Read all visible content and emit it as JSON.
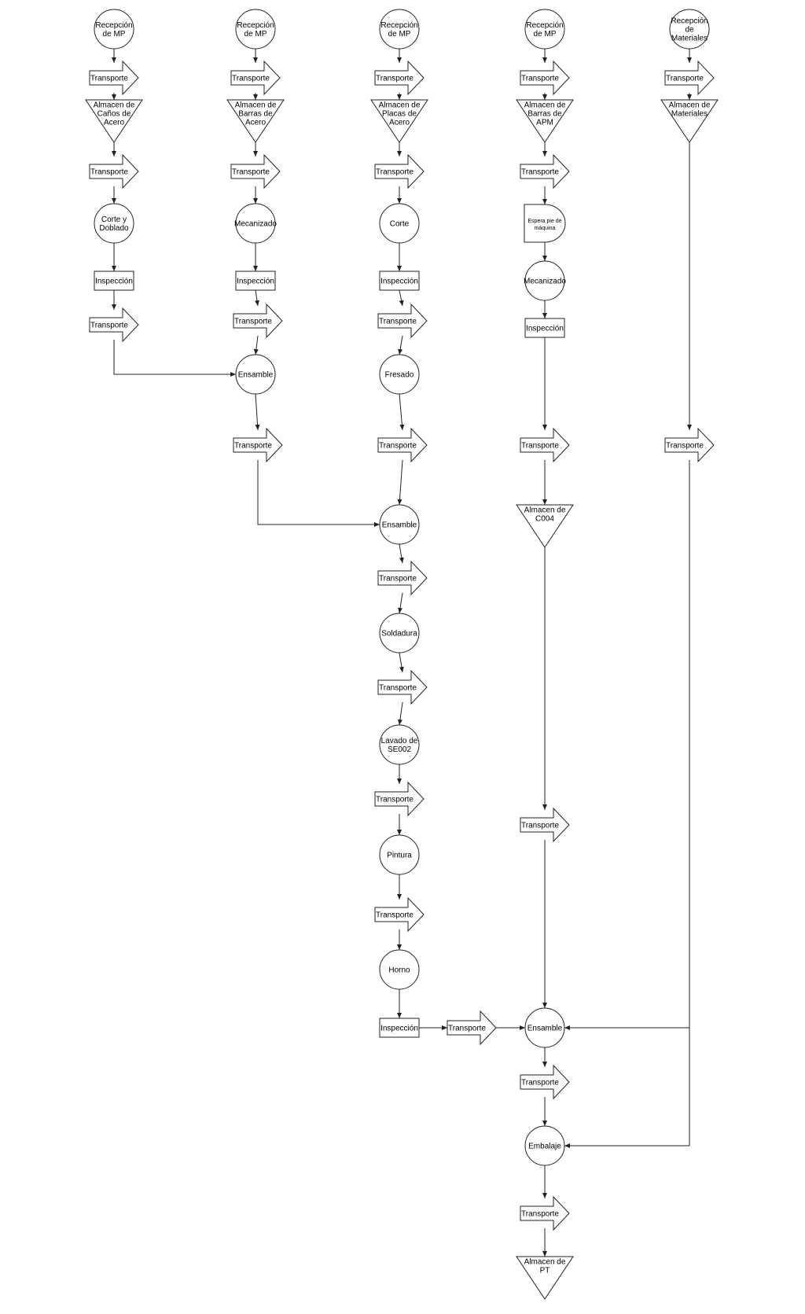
{
  "nodes": [
    {
      "id": "c1_rec",
      "type": "circle",
      "label": "Recepción de MP"
    },
    {
      "id": "c1_t1",
      "type": "arrow",
      "label": "Transporte"
    },
    {
      "id": "c1_alm",
      "type": "triangle",
      "label": "Almacen de Caños de Acero"
    },
    {
      "id": "c1_t2",
      "type": "arrow",
      "label": "Transporte"
    },
    {
      "id": "c1_corte",
      "type": "circle",
      "label": "Corte y Doblado"
    },
    {
      "id": "c1_insp",
      "type": "rect",
      "label": "Inspección"
    },
    {
      "id": "c1_t3",
      "type": "arrow",
      "label": "Transporte"
    },
    {
      "id": "c2_rec",
      "type": "circle",
      "label": "Recepción de MP"
    },
    {
      "id": "c2_t1",
      "type": "arrow",
      "label": "Transporte"
    },
    {
      "id": "c2_alm",
      "type": "triangle",
      "label": "Almacen de Barras de Acero"
    },
    {
      "id": "c2_t2",
      "type": "arrow",
      "label": "Transporte"
    },
    {
      "id": "c2_mec",
      "type": "circle",
      "label": "Mecanizado"
    },
    {
      "id": "c2_insp",
      "type": "rect",
      "label": "Inspección"
    },
    {
      "id": "c2_t3",
      "type": "arrow",
      "label": "Transporte"
    },
    {
      "id": "c2_ens",
      "type": "circle",
      "label": "Ensamble"
    },
    {
      "id": "c2_t4",
      "type": "arrow",
      "label": "Transporte"
    },
    {
      "id": "c3_rec",
      "type": "circle",
      "label": "Recepción de MP"
    },
    {
      "id": "c3_t1",
      "type": "arrow",
      "label": "Transporte"
    },
    {
      "id": "c3_alm",
      "type": "triangle",
      "label": "Almacen de Placas de Acero"
    },
    {
      "id": "c3_t2",
      "type": "arrow",
      "label": "Transporte"
    },
    {
      "id": "c3_corte",
      "type": "circle",
      "label": "Corte"
    },
    {
      "id": "c3_insp",
      "type": "rect",
      "label": "Inspección"
    },
    {
      "id": "c3_t3",
      "type": "arrow",
      "label": "Transporte"
    },
    {
      "id": "c3_fres",
      "type": "circle",
      "label": "Fresado"
    },
    {
      "id": "c3_t4",
      "type": "arrow",
      "label": "Transporte"
    },
    {
      "id": "c3_ens",
      "type": "circle",
      "label": "Ensamble"
    },
    {
      "id": "c3_t5",
      "type": "arrow",
      "label": "Transporte"
    },
    {
      "id": "c3_sold",
      "type": "circle",
      "label": "Soldadura"
    },
    {
      "id": "c3_t6",
      "type": "arrow",
      "label": "Transporte"
    },
    {
      "id": "c3_lav",
      "type": "circle",
      "label": "Lavado de SE002"
    },
    {
      "id": "c3_t7",
      "type": "arrow",
      "label": "Transporte"
    },
    {
      "id": "c3_pint",
      "type": "circle",
      "label": "Pintura"
    },
    {
      "id": "c3_t8",
      "type": "arrow",
      "label": "Transporte"
    },
    {
      "id": "c3_horno",
      "type": "circle",
      "label": "Horno"
    },
    {
      "id": "c3_insp2",
      "type": "rect",
      "label": "Inspección"
    },
    {
      "id": "c3_t9",
      "type": "arrow",
      "label": "Transporte"
    },
    {
      "id": "c4_rec",
      "type": "circle",
      "label": "Recepción de MP"
    },
    {
      "id": "c4_t1",
      "type": "arrow",
      "label": "Transporte"
    },
    {
      "id": "c4_alm",
      "type": "triangle",
      "label": "Almacen de Barras de APM"
    },
    {
      "id": "c4_t2",
      "type": "arrow",
      "label": "Transporte"
    },
    {
      "id": "c4_esp",
      "type": "delay",
      "label": "Espera pie de máquina"
    },
    {
      "id": "c4_mec",
      "type": "circle",
      "label": "Mecanizado"
    },
    {
      "id": "c4_insp",
      "type": "rect",
      "label": "Inspección"
    },
    {
      "id": "c4_t3",
      "type": "arrow",
      "label": "Transporte"
    },
    {
      "id": "c4_alm2",
      "type": "triangle",
      "label": "Almacen de C004"
    },
    {
      "id": "c4_t4",
      "type": "arrow",
      "label": "Transporte"
    },
    {
      "id": "c4_ens",
      "type": "circle",
      "label": "Ensamble"
    },
    {
      "id": "c4_t5",
      "type": "arrow",
      "label": "Transporte"
    },
    {
      "id": "c4_emb",
      "type": "circle",
      "label": "Embalaje"
    },
    {
      "id": "c4_t6",
      "type": "arrow",
      "label": "Transporte"
    },
    {
      "id": "c4_pt",
      "type": "triangle",
      "label": "Almacen de PT"
    },
    {
      "id": "c5_rec",
      "type": "circle",
      "label": "Recepción de Materiales"
    },
    {
      "id": "c5_t1",
      "type": "arrow",
      "label": "Transporte"
    },
    {
      "id": "c5_alm",
      "type": "triangle",
      "label": "Almacen de Materiales"
    },
    {
      "id": "c5_t2",
      "type": "arrow",
      "label": "Transporte"
    }
  ],
  "edges": [
    [
      "c1_rec",
      "c1_t1"
    ],
    [
      "c1_t1",
      "c1_alm"
    ],
    [
      "c1_alm",
      "c1_t2"
    ],
    [
      "c1_t2",
      "c1_corte"
    ],
    [
      "c1_corte",
      "c1_insp"
    ],
    [
      "c1_insp",
      "c1_t3"
    ],
    [
      "c1_t3",
      "c2_ens"
    ],
    [
      "c2_rec",
      "c2_t1"
    ],
    [
      "c2_t1",
      "c2_alm"
    ],
    [
      "c2_alm",
      "c2_t2"
    ],
    [
      "c2_t2",
      "c2_mec"
    ],
    [
      "c2_mec",
      "c2_insp"
    ],
    [
      "c2_insp",
      "c2_t3"
    ],
    [
      "c2_t3",
      "c2_ens"
    ],
    [
      "c2_ens",
      "c2_t4"
    ],
    [
      "c2_t4",
      "c3_ens"
    ],
    [
      "c3_rec",
      "c3_t1"
    ],
    [
      "c3_t1",
      "c3_alm"
    ],
    [
      "c3_alm",
      "c3_t2"
    ],
    [
      "c3_t2",
      "c3_corte"
    ],
    [
      "c3_corte",
      "c3_insp"
    ],
    [
      "c3_insp",
      "c3_t3"
    ],
    [
      "c3_t3",
      "c3_fres"
    ],
    [
      "c3_fres",
      "c3_t4"
    ],
    [
      "c3_t4",
      "c3_ens"
    ],
    [
      "c3_ens",
      "c3_t5"
    ],
    [
      "c3_t5",
      "c3_sold"
    ],
    [
      "c3_sold",
      "c3_t6"
    ],
    [
      "c3_t6",
      "c3_lav"
    ],
    [
      "c3_lav",
      "c3_t7"
    ],
    [
      "c3_t7",
      "c3_pint"
    ],
    [
      "c3_pint",
      "c3_t8"
    ],
    [
      "c3_t8",
      "c3_horno"
    ],
    [
      "c3_horno",
      "c3_insp2"
    ],
    [
      "c3_insp2",
      "c3_t9"
    ],
    [
      "c3_t9",
      "c4_ens"
    ],
    [
      "c4_rec",
      "c4_t1"
    ],
    [
      "c4_t1",
      "c4_alm"
    ],
    [
      "c4_alm",
      "c4_t2"
    ],
    [
      "c4_t2",
      "c4_esp"
    ],
    [
      "c4_esp",
      "c4_mec"
    ],
    [
      "c4_mec",
      "c4_insp"
    ],
    [
      "c4_insp",
      "c4_t3"
    ],
    [
      "c4_t3",
      "c4_alm2"
    ],
    [
      "c4_alm2",
      "c4_t4"
    ],
    [
      "c4_t4",
      "c4_ens"
    ],
    [
      "c4_ens",
      "c4_t5"
    ],
    [
      "c4_t5",
      "c4_emb"
    ],
    [
      "c4_emb",
      "c4_t6"
    ],
    [
      "c4_t6",
      "c4_pt"
    ],
    [
      "c5_rec",
      "c5_t1"
    ],
    [
      "c5_t1",
      "c5_alm"
    ],
    [
      "c5_alm",
      "c5_t2"
    ],
    [
      "c5_t2",
      "c4_ens"
    ],
    [
      "c5_t2",
      "c4_emb"
    ]
  ]
}
